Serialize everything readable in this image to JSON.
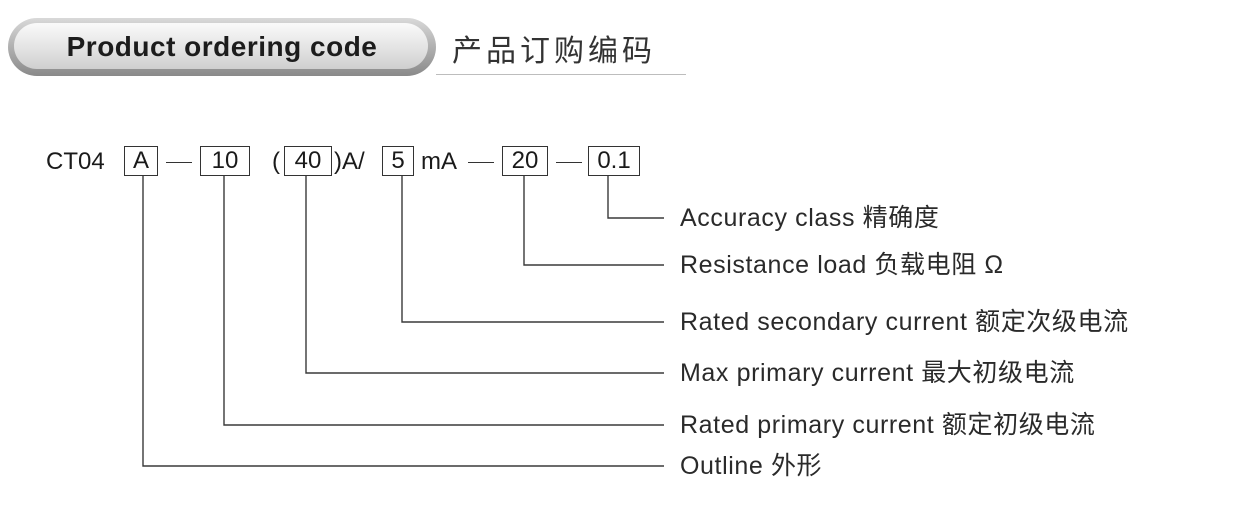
{
  "header": {
    "title": "Product ordering code",
    "subtitle": "产品订购编码"
  },
  "code": {
    "prefix": "CT04",
    "outline": "A",
    "rated_primary": "10",
    "open_paren": "(",
    "max_primary": "40",
    "close_paren_unit": ")A/",
    "rated_secondary": "5",
    "secondary_unit": "mA",
    "resistance_load": "20",
    "accuracy": "0.1"
  },
  "fields": [
    {
      "key": "accuracy",
      "label": "Accuracy class 精确度"
    },
    {
      "key": "resistance_load",
      "label": "Resistance load 负载电阻 Ω"
    },
    {
      "key": "rated_secondary",
      "label": "Rated secondary current 额定次级电流"
    },
    {
      "key": "max_primary",
      "label": "Max primary current  最大初级电流"
    },
    {
      "key": "rated_primary",
      "label": "Rated primary current 额定初级电流"
    },
    {
      "key": "outline",
      "label": "Outline 外形"
    }
  ]
}
